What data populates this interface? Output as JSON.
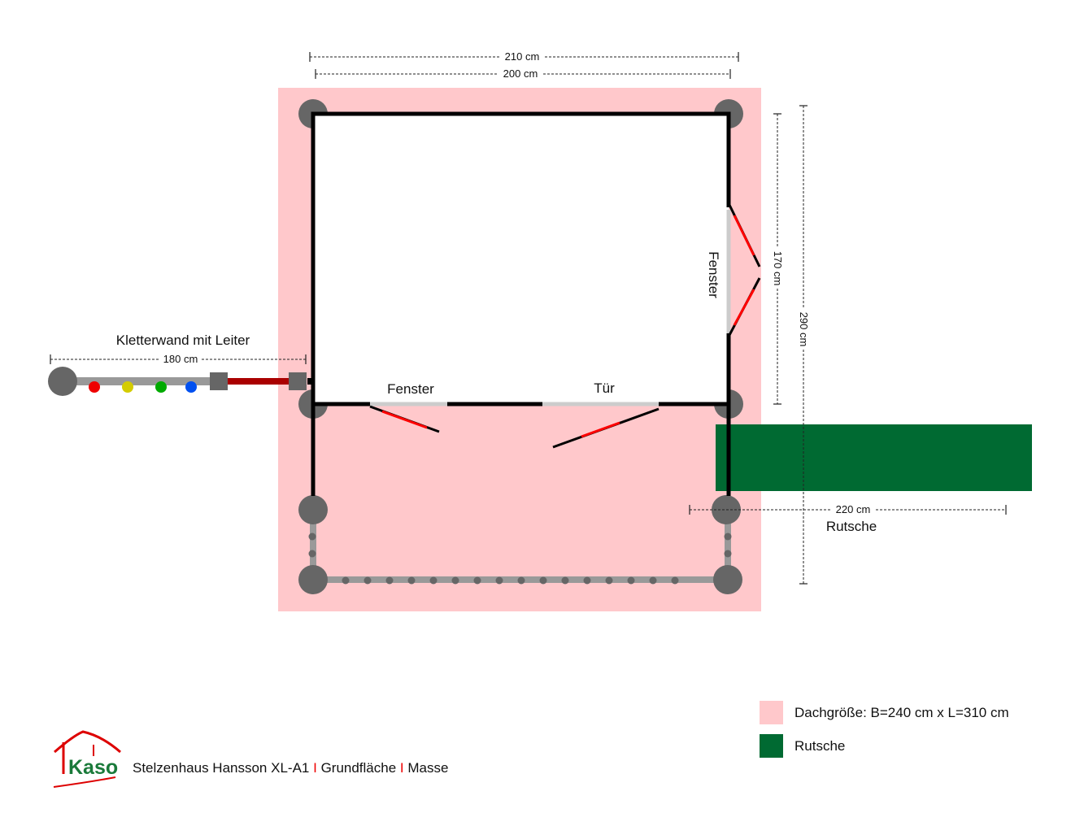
{
  "dimensions": {
    "width_outer": "210 cm",
    "width_inner": "200 cm",
    "depth_inner": "170 cm",
    "depth_outer": "290 cm",
    "climbing_wall": "180 cm",
    "slide": "220 cm"
  },
  "labels": {
    "climbing_wall": "Kletterwand mit Leiter",
    "window_right": "Fenster",
    "window_front": "Fenster",
    "door": "Tür",
    "slide": "Rutsche"
  },
  "legend": [
    {
      "label": "Dachgröße: B=240 cm x L=310 cm",
      "color": "#ffc8cb"
    },
    {
      "label": "Rutsche",
      "color": "#006a32"
    }
  ],
  "footer": {
    "logo": "Kaso",
    "title": "Stelzenhaus Hansson XL-A1",
    "part2": "Grundfläche",
    "part3": "Masse",
    "separator": "I"
  },
  "colors": {
    "roof": "#ffc8cb",
    "slide": "#006a32",
    "post": "#666666",
    "shutter": "#ff0000"
  }
}
